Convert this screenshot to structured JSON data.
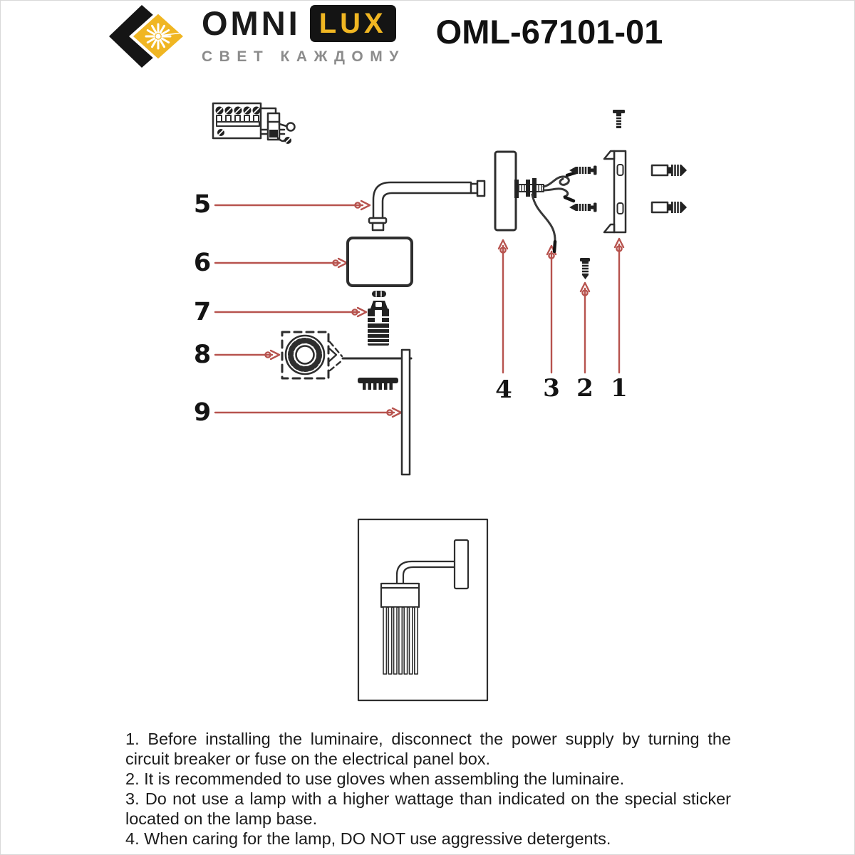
{
  "header": {
    "brand": {
      "omni": "OMNI",
      "lux": "LUX",
      "tagline": "СВЕТ КАЖДОМУ"
    },
    "model": "OML-67101-01"
  },
  "colors": {
    "accent_yellow": "#f0b622",
    "arrow_red": "#b7534e",
    "line_black": "#2e2e2e",
    "tagline_gray": "#8c8c8c"
  },
  "diagram": {
    "left_callouts": [
      {
        "label": "5"
      },
      {
        "label": "6"
      },
      {
        "label": "7"
      },
      {
        "label": "8"
      },
      {
        "label": "9"
      }
    ],
    "bottom_callouts": [
      {
        "label": "4"
      },
      {
        "label": "3"
      },
      {
        "label": "2"
      },
      {
        "label": "1"
      }
    ]
  },
  "instructions": {
    "items": [
      "1. Before installing the luminaire, disconnect the power supply by turning the circuit breaker or fuse on the electrical panel box.",
      "2. It is recommended to use gloves when assembling the luminaire.",
      "3. Do not use a lamp with a higher wattage than indicated on the special sticker located on the lamp base.",
      "4. When caring for the lamp, DO NOT use aggressive detergents."
    ]
  }
}
